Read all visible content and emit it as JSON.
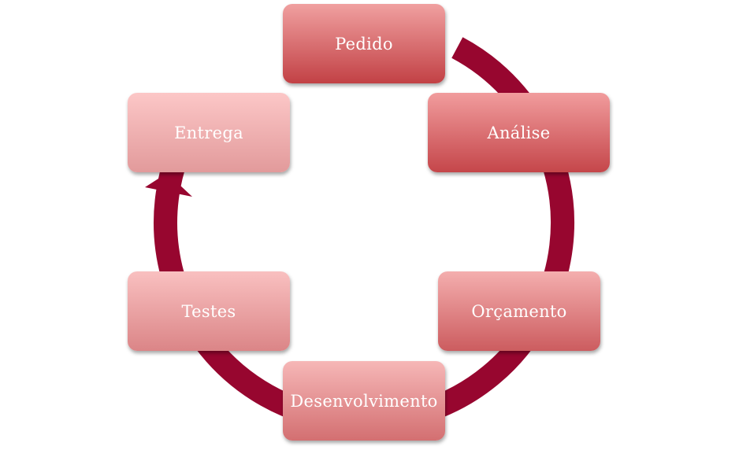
{
  "diagram": {
    "type": "cycle",
    "steps": [
      {
        "id": "pedido",
        "label": "Pedido",
        "color_top": "#f0a0a0",
        "color_bottom": "#c24145"
      },
      {
        "id": "analise",
        "label": "Análise",
        "color_top": "#f19c9d",
        "color_bottom": "#c5464a"
      },
      {
        "id": "orcamento",
        "label": "Orçamento",
        "color_top": "#f4aeae",
        "color_bottom": "#cc5c5f"
      },
      {
        "id": "desenv",
        "label": "Desenvolvimento",
        "color_top": "#f6b7b7",
        "color_bottom": "#d36f71"
      },
      {
        "id": "testes",
        "label": "Testes",
        "color_top": "#f9c0c0",
        "color_bottom": "#db8587"
      },
      {
        "id": "entrega",
        "label": "Entrega",
        "color_top": "#fcc7c7",
        "color_bottom": "#e29a9b"
      }
    ],
    "arrow_color": "#97062f",
    "direction": "clockwise"
  }
}
